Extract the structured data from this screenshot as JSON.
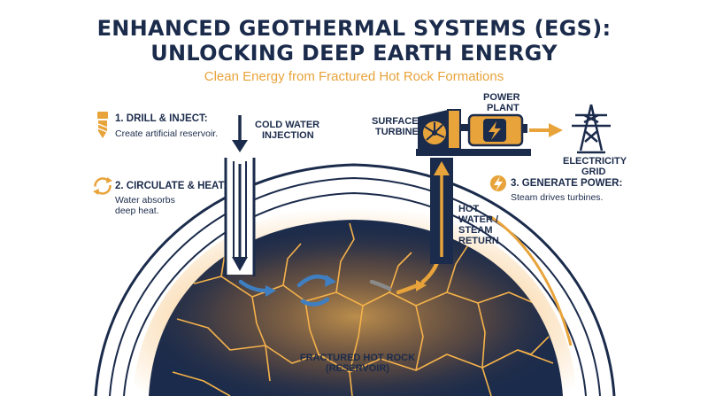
{
  "header": {
    "title_line1": "ENHANCED GEOTHERMAL SYSTEMS (EGS):",
    "title_line2": "UNLOCKING DEEP EARTH ENERGY",
    "subtitle": "Clean Energy from Fractured Hot Rock Formations"
  },
  "steps": [
    {
      "title": "1. DRILL & INJECT:",
      "desc": "Create artificial reservoir.",
      "icon": "drill-bit-icon"
    },
    {
      "title": "2. CIRCULATE & HEAT:",
      "desc_line1": "Water absorbs",
      "desc_line2": "deep heat.",
      "icon": "circulate-arrows-icon"
    },
    {
      "title": "3. GENERATE POWER:",
      "desc": "Steam drives turbines.",
      "icon": "lightning-icon"
    }
  ],
  "labels": {
    "cold_water_1": "COLD WATER",
    "cold_water_2": "INJECTION",
    "surface_1": "SURFACE",
    "surface_2": "TURBINE",
    "power_1": "POWER",
    "power_2": "PLANT",
    "grid_1": "ELECTRICITY",
    "grid_2": "GRID",
    "hot_1": "HOT",
    "hot_2": "WATER /",
    "hot_3": "STEAM",
    "hot_4": "RETURN",
    "reservoir_1": "FRACTURED HOT ROCK",
    "reservoir_2": "(RESERVOIR)"
  },
  "colors": {
    "navy": "#1b2b4b",
    "orange": "#e8a33a",
    "blue": "#3f7fc1",
    "glow": "#f0a844"
  }
}
